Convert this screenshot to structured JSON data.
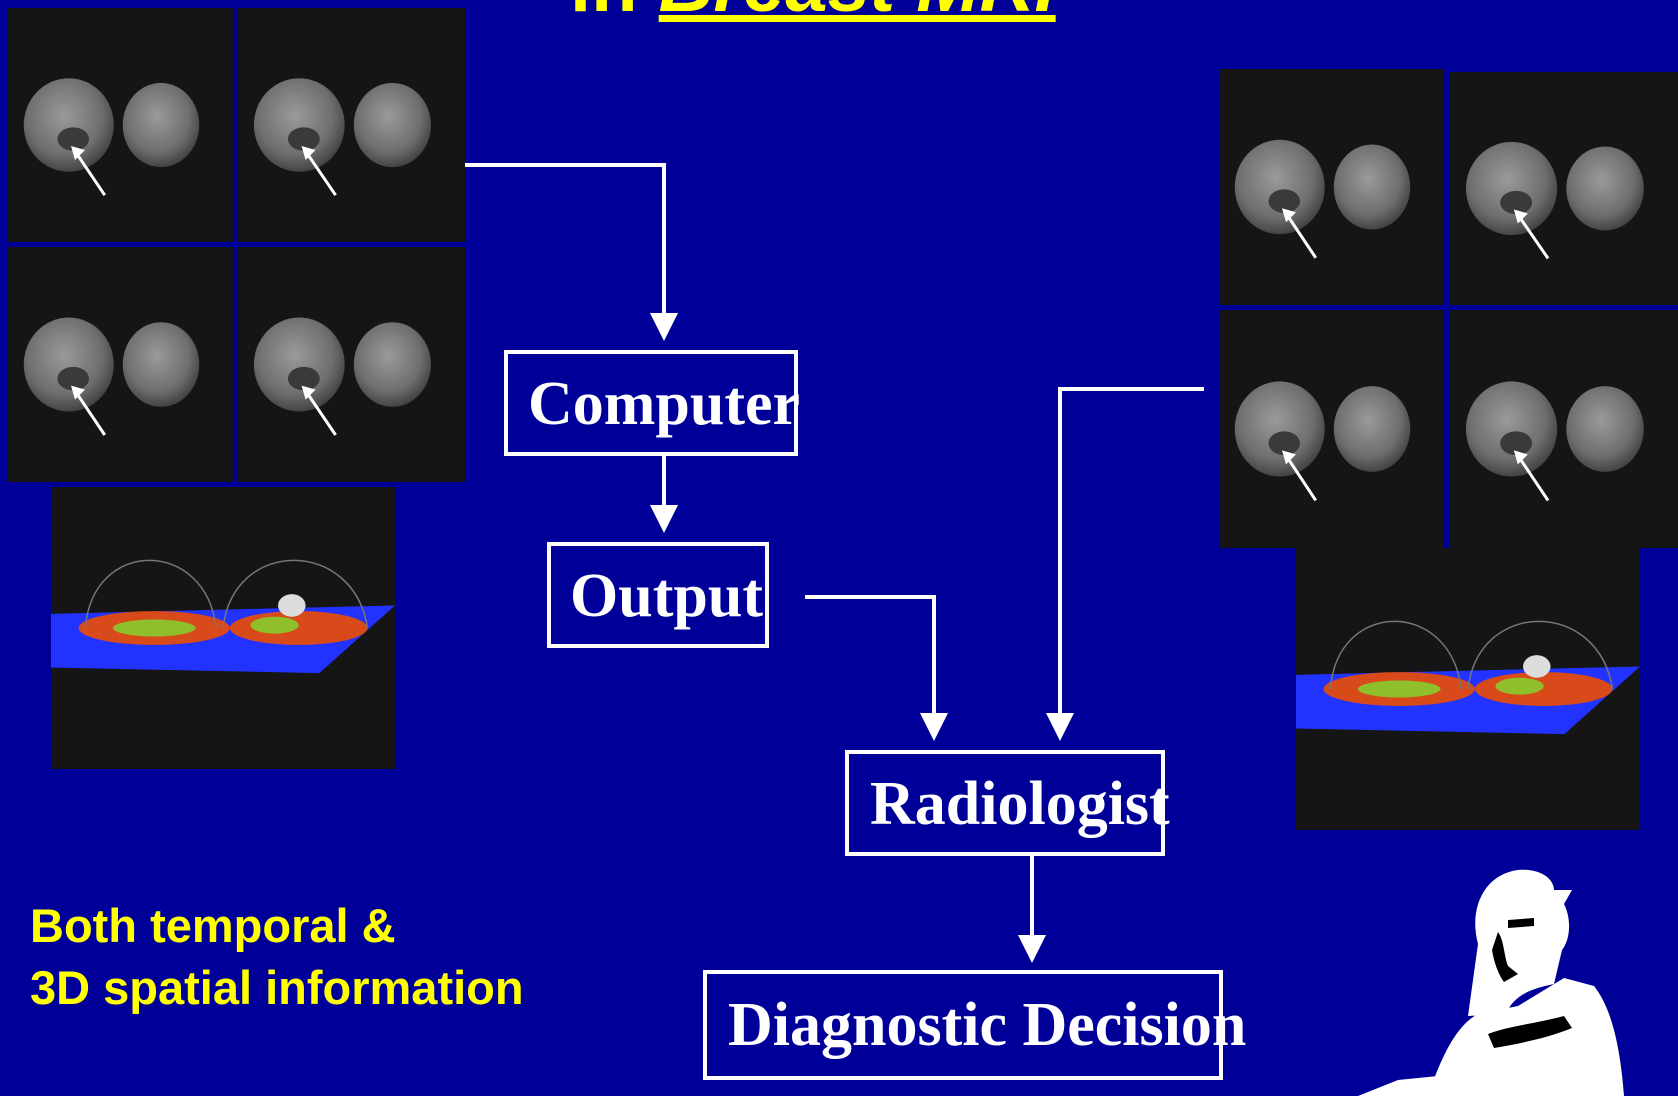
{
  "title": {
    "prefix": "in ",
    "emphasis": "Breast MRI"
  },
  "flow": {
    "computer": "Computer",
    "output": "Output",
    "radiologist": "Radiologist",
    "decision": "Diagnostic Decision"
  },
  "caption": {
    "line1": "Both temporal &",
    "line2": "3D spatial information"
  },
  "colors": {
    "background": "#000099",
    "title": "#ffff00",
    "caption": "#ffff00",
    "flow": "#ffffff"
  }
}
